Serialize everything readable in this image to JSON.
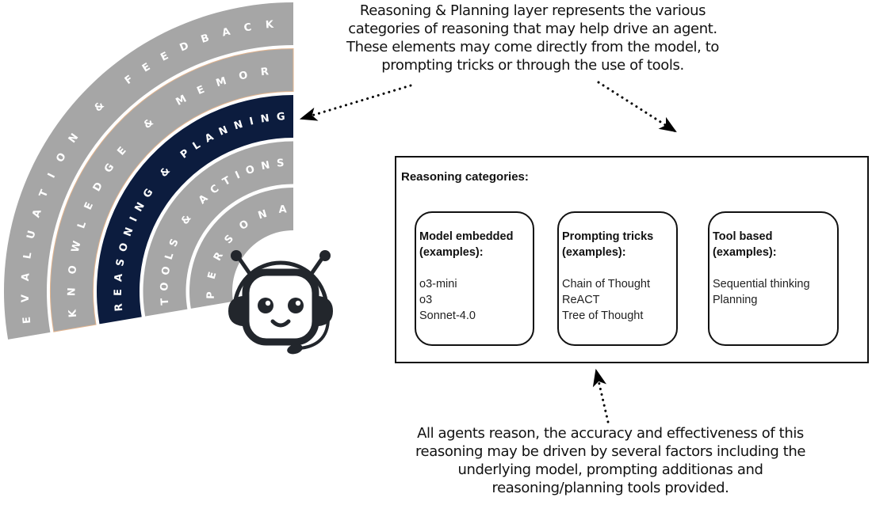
{
  "layers": [
    {
      "id": "evaluation-feedback",
      "label": "EVALUATION & FEEDBACK",
      "color": "#a6a6a6",
      "highlighted": false
    },
    {
      "id": "knowledge-memory",
      "label": "KNOWLEDGE & MEMORY",
      "color": "#a6a6a6",
      "highlighted": false
    },
    {
      "id": "reasoning-planning",
      "label": "REASONING & PLANNING",
      "color": "#0c1c3e",
      "highlighted": true
    },
    {
      "id": "tools-actions",
      "label": "TOOLS & ACTIONS",
      "color": "#a6a6a6",
      "highlighted": false
    },
    {
      "id": "persona",
      "label": "PERSONA",
      "color": "#a6a6a6",
      "highlighted": false
    }
  ],
  "colors": {
    "layer_gray": "#a6a6a6",
    "layer_highlight": "#0c1c3e",
    "layer_text": "#ffffff",
    "robot": "#22262c"
  },
  "top_callout": {
    "lines": [
      "Reasoning & Planning layer represents the various",
      "categories of reasoning that may help drive an agent.",
      "These elements may come directly from the model, to",
      "prompting tricks or through the use of tools."
    ]
  },
  "reasoning_box": {
    "title": "Reasoning categories:",
    "categories": [
      {
        "title_lines": [
          "Model embedded",
          "(examples):"
        ],
        "items": [
          "o3-mini",
          "o3",
          "Sonnet-4.0"
        ]
      },
      {
        "title_lines": [
          "Prompting tricks",
          "(examples):"
        ],
        "items": [
          "Chain of Thought",
          "ReACT",
          "Tree of Thought"
        ]
      },
      {
        "title_lines": [
          "Tool based",
          "(examples):"
        ],
        "items": [
          "Sequential thinking",
          "Planning"
        ]
      }
    ]
  },
  "bottom_callout": {
    "lines": [
      "All agents reason, the accuracy and effectiveness of this",
      "reasoning may be driven by several factors including the",
      "underlying model, prompting additionas and",
      "reasoning/planning tools provided."
    ]
  },
  "robot": {
    "icon": "robot-headset-icon"
  }
}
